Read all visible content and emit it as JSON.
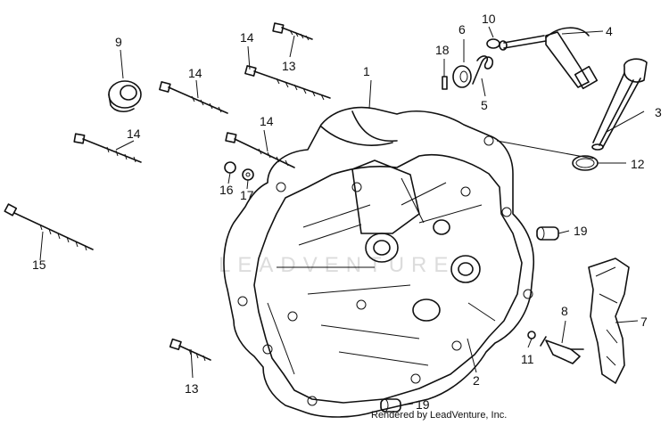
{
  "callouts": {
    "c1": "1",
    "c2": "2",
    "c3": "3",
    "c4": "4",
    "c5": "5",
    "c6": "6",
    "c7": "7",
    "c8": "8",
    "c9": "9",
    "c10": "10",
    "c11": "11",
    "c12": "12",
    "c13a": "13",
    "c13b": "13",
    "c14a": "14",
    "c14b": "14",
    "c14c": "14",
    "c14d": "14",
    "c15": "15",
    "c16": "16",
    "c17": "17",
    "c18": "18",
    "c19a": "19",
    "c19b": "19"
  },
  "credit": "Rendered by LeadVenture, Inc.",
  "watermark_text": "LEADVENTURE",
  "icons": [
    "crankcase-cover",
    "bolt",
    "oil-seal",
    "dipstick",
    "shift-arm",
    "spring",
    "o-ring",
    "dowel-pin",
    "cover-plate",
    "neutral-switch"
  ]
}
